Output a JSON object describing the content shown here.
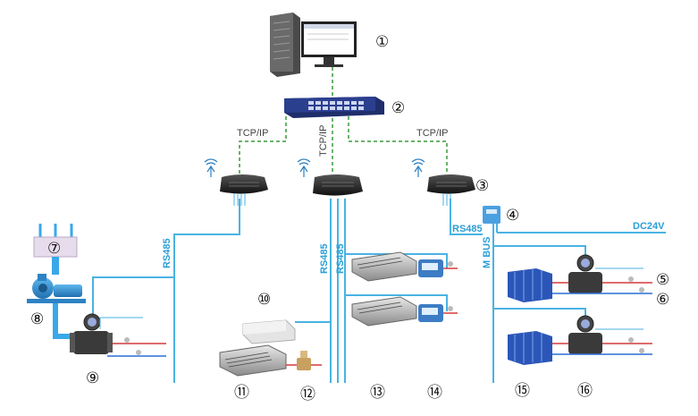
{
  "labels": {
    "tcp_left": "TCP/IP",
    "tcp_mid": "TCP/IP",
    "tcp_right": "TCP/IP",
    "rs485_a": "RS485",
    "rs485_b": "RS485",
    "rs485_c": "RS485",
    "rs485_d": "RS485",
    "mbus": "M BUS",
    "dc24v": "DC24V"
  },
  "numbers": {
    "n1": "①",
    "n2": "②",
    "n3": "③",
    "n4": "④",
    "n5": "⑤",
    "n6": "⑥",
    "n7": "⑦",
    "n8": "⑧",
    "n9": "⑨",
    "n10": "⑩",
    "n11": "⑪",
    "n12": "⑫",
    "n13": "⑬",
    "n14": "⑭",
    "n15": "⑮",
    "n16": "⑯"
  },
  "colors": {
    "bus_blue": "#4ab3e3",
    "tcp_green": "#3a9a3a",
    "switch_blue": "#2b3f8f",
    "pipe_red": "#d43a3a",
    "label_blue": "#2a9fd6"
  }
}
